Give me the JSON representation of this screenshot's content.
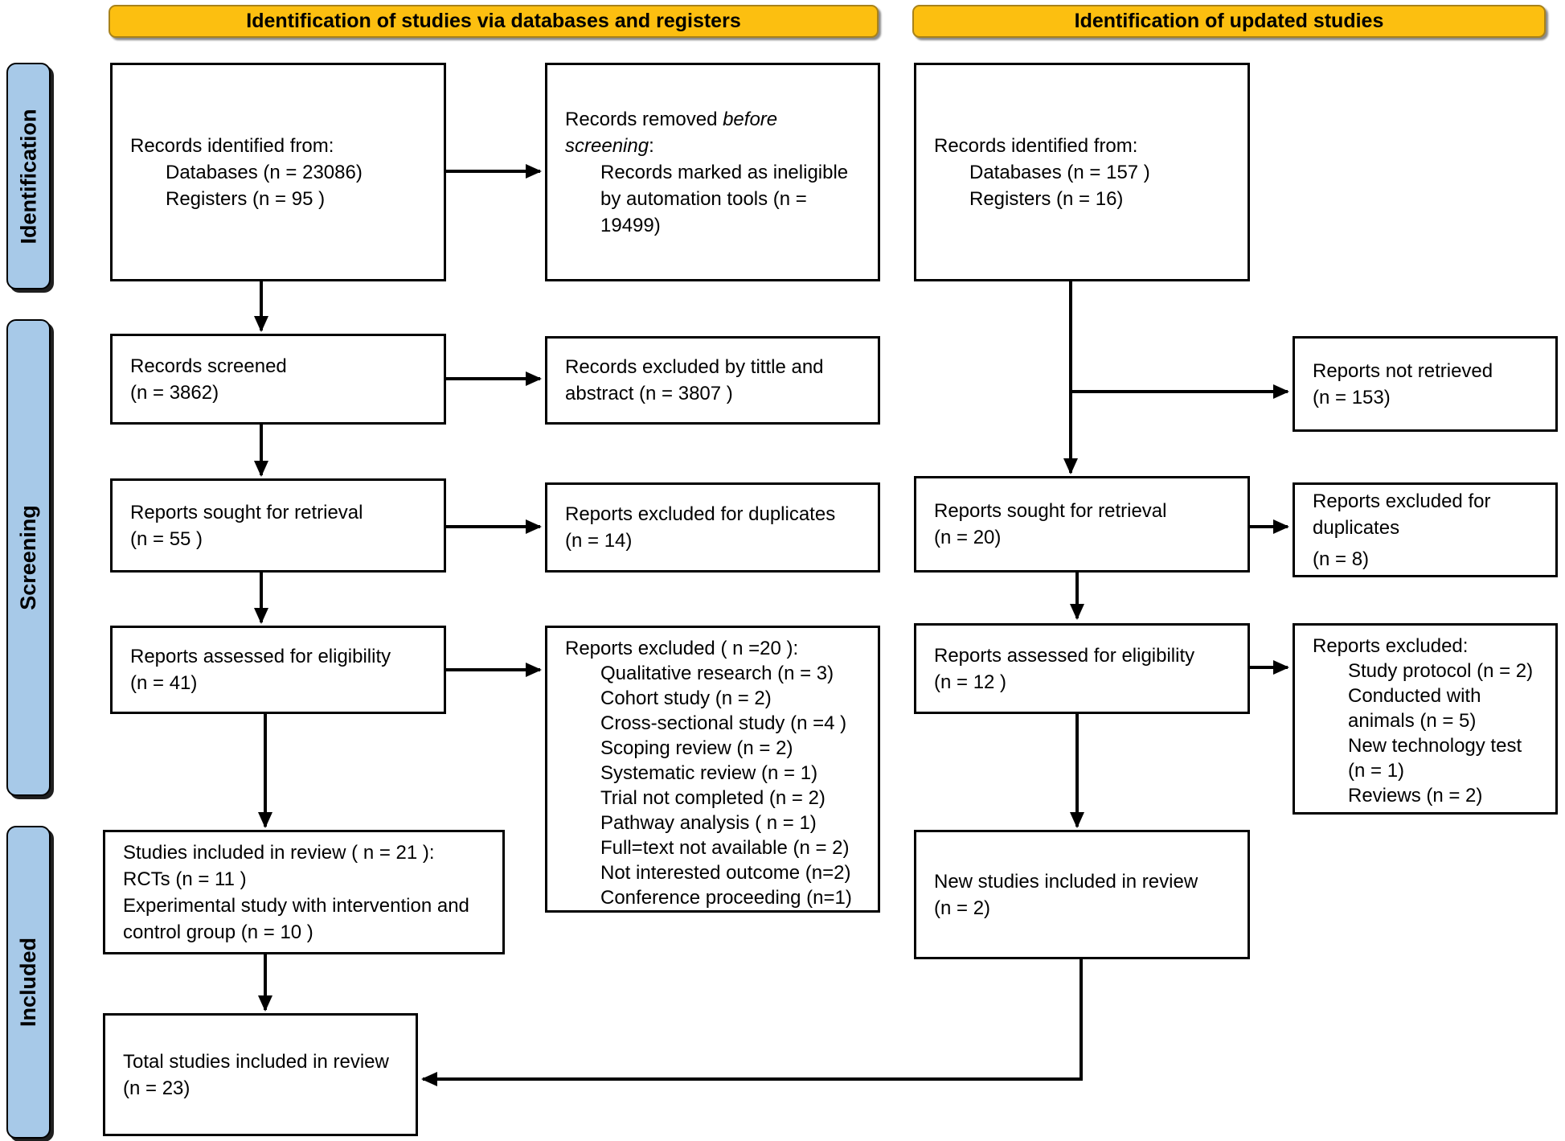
{
  "headers": {
    "databases": "Identification of studies via databases and registers",
    "updated": "Identification of updated studies"
  },
  "sidebar": {
    "identification": "Identification",
    "screening": "Screening",
    "included": "Included"
  },
  "colors": {
    "header_bg": "#FCBF10",
    "sidebar_bg": "#A7C9E8",
    "box_border": "#000000",
    "arrow": "#000000"
  },
  "left_flow": {
    "records_identified": {
      "title": "Records identified from:",
      "items": [
        "Databases (n = 23086)",
        "Registers (n = 95 )"
      ]
    },
    "records_screened": {
      "line1": "Records screened",
      "line2": "(n = 3862)"
    },
    "reports_sought": {
      "line1": "Reports sought for retrieval",
      "line2": "(n = 55 )"
    },
    "reports_assessed": {
      "line1": "Reports assessed for eligibility",
      "line2": "(n = 41)"
    },
    "studies_included": {
      "line1": "Studies included in review ( n = 21 ):",
      "line2": "RCTs (n = 11 )",
      "line3": "Experimental study with intervention and control group (n = 10 )"
    },
    "total_included": {
      "line1": "Total studies included in review",
      "line2": "(n = 23)"
    }
  },
  "left_exclusions": {
    "records_removed": {
      "t1": "Records removed ",
      "t2_italic": "before screening",
      "t3": ":",
      "item": "Records marked as ineligible by automation tools (n = 19499)"
    },
    "records_excluded_title_abstract": {
      "text": "Records excluded by tittle and abstract (n = 3807 )"
    },
    "duplicates_excluded": {
      "line1": "Reports excluded for duplicates",
      "line2": "(n = 14)"
    },
    "reports_excluded": {
      "title": "Reports excluded ( n =20 ):",
      "items": [
        "Qualitative research (n = 3)",
        "Cohort study (n = 2)",
        "Cross-sectional study (n =4 )",
        "Scoping review (n = 2)",
        "Systematic review (n = 1)",
        "Trial not completed (n = 2)",
        "Pathway analysis ( n = 1)",
        "Full=text not available (n = 2)",
        "Not interested outcome (n=2)",
        "Conference proceeding (n=1)"
      ]
    }
  },
  "right_flow": {
    "records_identified": {
      "title": "Records identified from:",
      "items": [
        "Databases (n = 157 )",
        "Registers (n = 16)"
      ]
    },
    "reports_sought": {
      "line1": "Reports sought for retrieval",
      "line2": "(n = 20)"
    },
    "reports_assessed": {
      "line1": "Reports assessed for eligibility",
      "line2": "(n = 12 )"
    },
    "new_studies": {
      "line1": "New studies included in review",
      "line2": "(n = 2)"
    }
  },
  "right_exclusions": {
    "not_retrieved": {
      "line1": "Reports not retrieved",
      "line2": "(n = 153)"
    },
    "duplicates_excluded": {
      "line1": "Reports excluded for",
      "line2": "duplicates",
      "line3": "(n = 8)"
    },
    "reports_excluded": {
      "title": "Reports excluded:",
      "items": [
        "Study protocol (n = 2)",
        "Conducted with animals (n = 5)",
        "New technology test (n = 1)",
        "Reviews (n = 2)"
      ]
    }
  }
}
